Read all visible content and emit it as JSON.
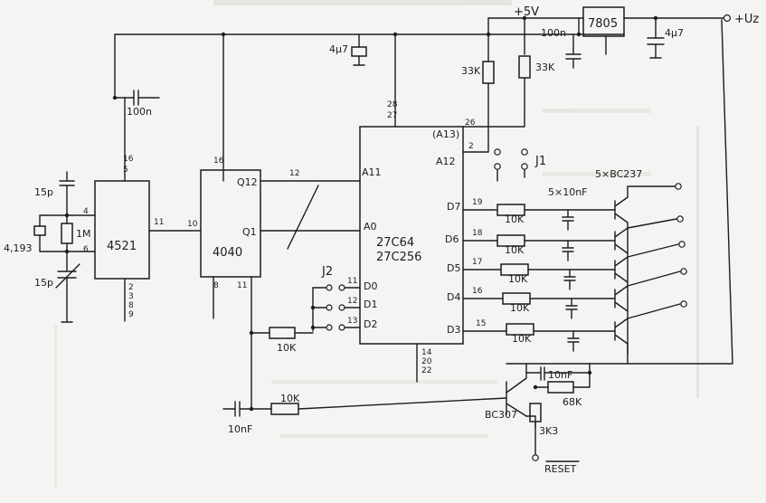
{
  "ics": {
    "osc": "4521",
    "counter": "4040",
    "eprom_line1": "27C64",
    "eprom_line2": "27C256",
    "regulator": "7805"
  },
  "supply": {
    "v5": "+5V",
    "vz": "+Uz"
  },
  "reset_label": "RESET",
  "transistors": {
    "array": "5×BC237",
    "reset": "BC307"
  },
  "jumpers": {
    "j1": "J1",
    "j2": "J2"
  },
  "parts": {
    "c_reg_in": "100n",
    "c_reg_out": "4μ7",
    "c_rail": "4μ7",
    "c_osc_dec": "100n",
    "c_osc_top": "15p",
    "c_osc_bot": "15p",
    "xtal": "4,193",
    "r_osc": "1M",
    "r33k_a": "33K",
    "r33k_b": "33K",
    "r_d_line": "10K",
    "r_j2": "10K",
    "r_reset_base": "10K",
    "c_reset": "10nF",
    "c_bank": "5×10nF",
    "c_fb": "10nF",
    "r_68k": "68K",
    "r_3k3": "3K3",
    "r_out": "10K"
  },
  "pins": {
    "osc_vdd": "16",
    "osc_vdd2": "5",
    "osc_p4": "4",
    "osc_p6": "6",
    "osc_p11": "11",
    "osc_gnd": "2",
    "osc_gnd2": "3",
    "osc_gnd3": "8",
    "osc_gnd4": "9",
    "cnt_vdd": "16",
    "cnt_clk": "10",
    "cnt_gnd": "8",
    "cnt_rst": "11",
    "ep_vcc": "28",
    "ep_vcc2": "27",
    "ep_a13": "(A13)",
    "ep_a12": "A12",
    "ep_p26": "26",
    "ep_p2": "2",
    "ep_bus": "12",
    "ep_gnd": "14",
    "ep_gnd2": "20",
    "ep_gnd3": "22",
    "j2_11": "11",
    "j2_12": "12",
    "j2_13": "13",
    "d7": "19",
    "d6": "18",
    "d5": "17",
    "d4": "16",
    "d3": "15"
  },
  "signals": {
    "q12": "Q12",
    "q1": "Q1",
    "a11": "A11",
    "a0": "A0",
    "d0": "D0",
    "d1": "D1",
    "d2": "D2",
    "d7": "D7",
    "d6": "D6",
    "d5": "D5",
    "d4": "D4",
    "d3": "D3"
  }
}
